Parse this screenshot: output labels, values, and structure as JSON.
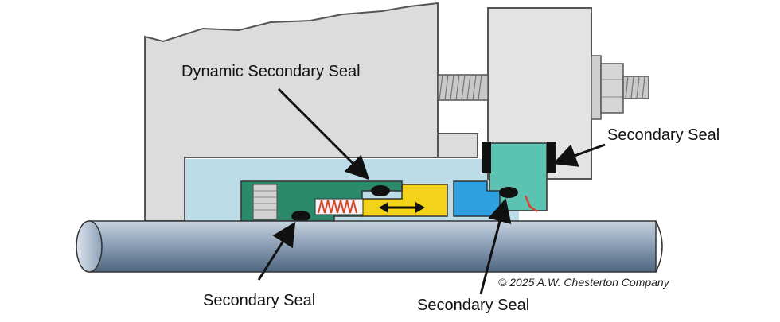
{
  "labels": {
    "dynamic_secondary_seal": "Dynamic Secondary Seal",
    "secondary_seal_right": "Secondary Seal",
    "secondary_seal_bottom_left": "Secondary Seal",
    "secondary_seal_bottom_center": "Secondary Seal"
  },
  "copyright": "© 2025 A.W. Chesterton Company",
  "colors": {
    "housing": "#dcdcdc",
    "gland": "#e3e3e3",
    "shaft": "#8ea1b8",
    "seal_chamber": "#bcdce8",
    "sleeve": "#2a8a6a",
    "rotary_face": "#f3d21a",
    "stationary_face": "#2ea0e0",
    "gland_insert": "#5cc3b2",
    "spring": "#d9442b"
  }
}
